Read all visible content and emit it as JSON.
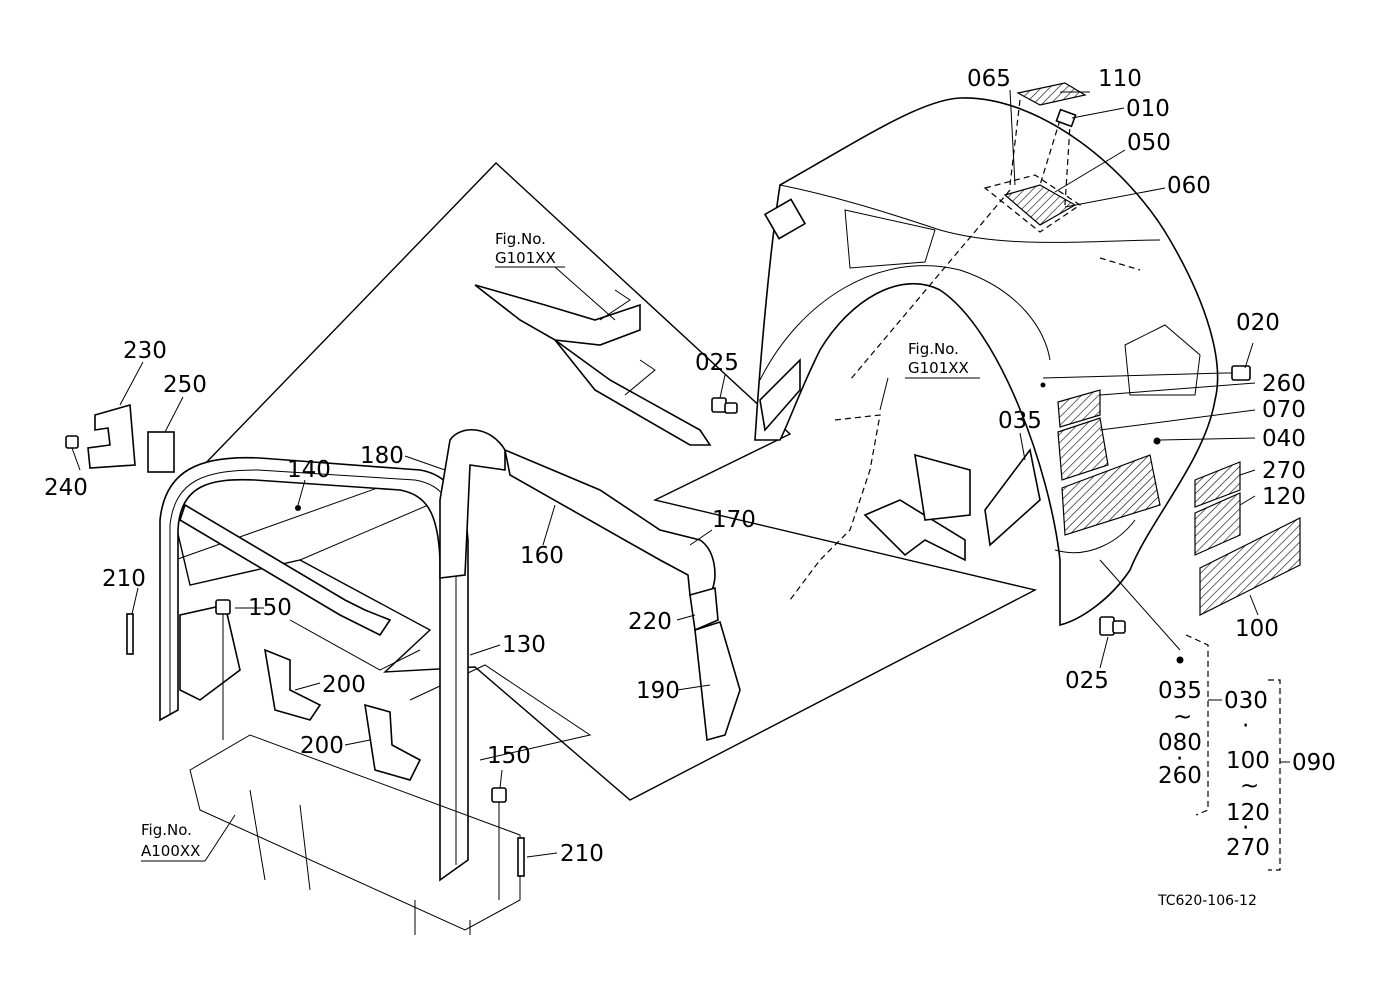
{
  "callouts": {
    "p065": "065",
    "p110": "110",
    "p010": "010",
    "p050": "050",
    "p060": "060",
    "p020": "020",
    "p260": "260",
    "p070": "070",
    "p040": "040",
    "p270": "270",
    "p120": "120",
    "p100": "100",
    "p025_top": "025",
    "p025_bottom": "025",
    "p035": "035",
    "p230": "230",
    "p250": "250",
    "p240": "240",
    "p140": "140",
    "p180": "180",
    "p160": "160",
    "p170": "170",
    "p210_left": "210",
    "p150_left": "150",
    "p220": "220",
    "p130": "130",
    "p200_right": "200",
    "p200_left": "200",
    "p190": "190",
    "p150_bottom": "150",
    "p210_bottom": "210"
  },
  "fig_refs": {
    "g101_top_line1": "Fig.No.",
    "g101_top_line2": "G101XX",
    "g101_mid_line1": "Fig.No.",
    "g101_mid_line2": "G101XX",
    "a100_line1": "Fig.No.",
    "a100_line2": "A100XX"
  },
  "kit_groups": {
    "group1": {
      "top": "035",
      "tilde": "~",
      "mid": "080",
      "dot": "·",
      "bottom": "260",
      "assembly": "030"
    },
    "group2": {
      "top": "030",
      "dot1": "·",
      "mid": "100",
      "tilde": "~",
      "lower": "120",
      "dot2": "·",
      "bottom": "270",
      "assembly": "090"
    }
  },
  "drawing_code": "TC620-106-12"
}
